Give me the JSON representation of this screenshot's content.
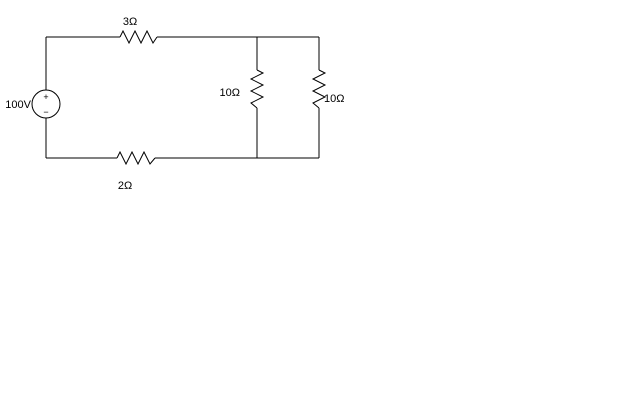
{
  "components": {
    "source": {
      "value": "100V",
      "plus": "+",
      "minus": "−"
    },
    "r_top": {
      "value": "3Ω"
    },
    "r_bottom": {
      "value": "2Ω"
    },
    "r_mid": {
      "value": "10Ω"
    },
    "r_right": {
      "value": "10Ω"
    }
  }
}
